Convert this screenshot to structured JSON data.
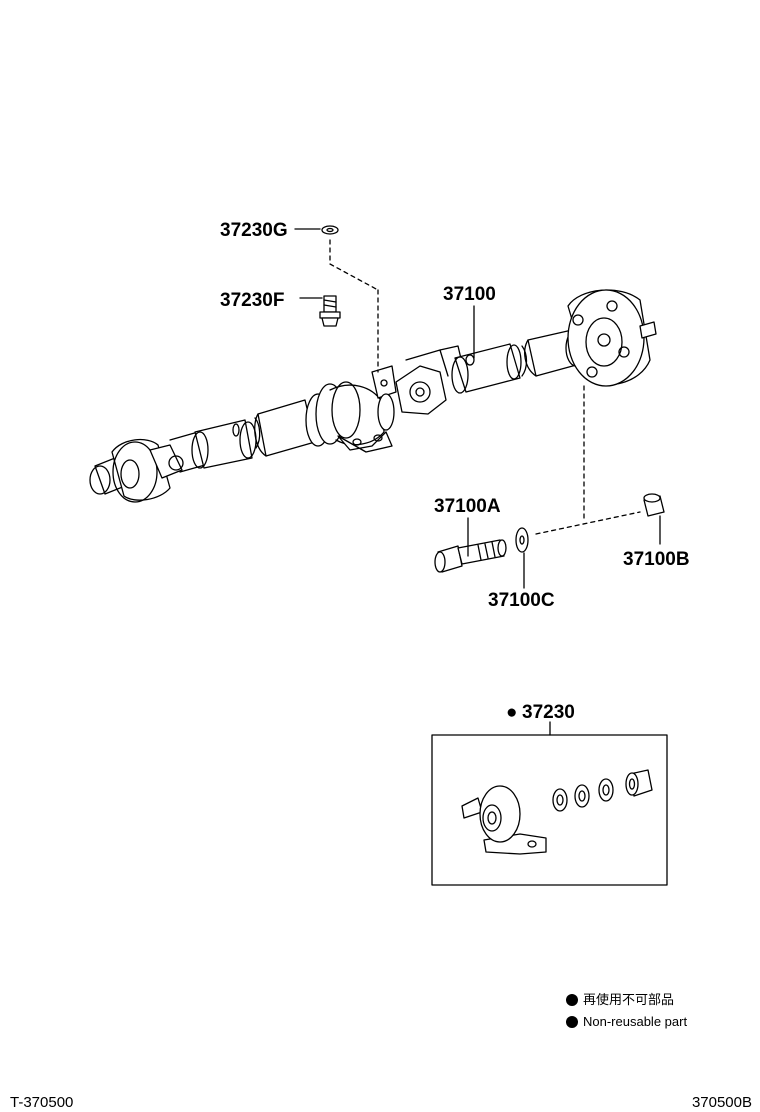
{
  "parts": {
    "p37230G": "37230G",
    "p37230F": "37230F",
    "p37100": "37100",
    "p37100A": "37100A",
    "p37100B": "37100B",
    "p37100C": "37100C",
    "p37230": "37230",
    "p37230_marker": "●"
  },
  "legend": {
    "jp": "再使用不可部品",
    "en": "Non-reusable part"
  },
  "footer": {
    "left": "T-370500",
    "right": "370500B"
  },
  "colors": {
    "line": "#000000",
    "background": "#ffffff"
  }
}
